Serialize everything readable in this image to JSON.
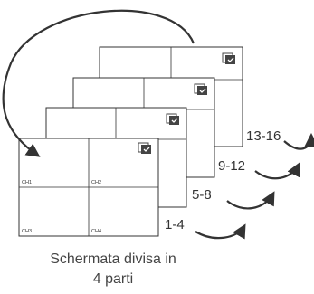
{
  "screens": [
    {
      "name": "screen-13-16",
      "label": "13-16"
    },
    {
      "name": "screen-9-12",
      "label": "9-12"
    },
    {
      "name": "screen-5-8",
      "label": "5-8"
    },
    {
      "name": "screen-1-4",
      "label": "1-4"
    }
  ],
  "front_screen": {
    "channels": [
      "CH1",
      "CH2",
      "CH3",
      "CH4"
    ]
  },
  "caption": {
    "line1": "Schermata divisa in",
    "line2": "4 parti"
  },
  "colors": {
    "line": "#333333",
    "screen_fill": "#ffffff",
    "icon": "#444444"
  },
  "icons": {
    "screen_badge": "monitor-layers-icon"
  }
}
